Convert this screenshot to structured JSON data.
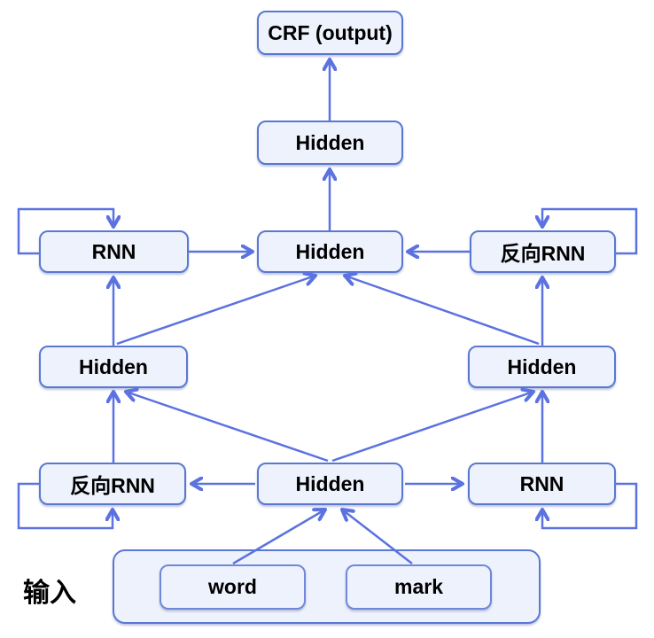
{
  "diagram": {
    "description": "Bidirectional RNN with CRF output architecture diagram",
    "nodes": {
      "crf": {
        "label": "CRF (output)"
      },
      "hidden_top": {
        "label": "Hidden"
      },
      "rnn_forward_top": {
        "label": "RNN"
      },
      "hidden_mid": {
        "label": "Hidden"
      },
      "rnn_backward_top": {
        "label": "反向RNN"
      },
      "hidden_left": {
        "label": "Hidden"
      },
      "hidden_right": {
        "label": "Hidden"
      },
      "rnn_backward_bottom": {
        "label": "反向RNN"
      },
      "hidden_bottom": {
        "label": "Hidden"
      },
      "rnn_forward_bottom": {
        "label": "RNN"
      },
      "word": {
        "label": "word"
      },
      "mark": {
        "label": "mark"
      }
    },
    "input_label": "输入",
    "edges": [
      {
        "from": "hidden_top",
        "to": "crf"
      },
      {
        "from": "hidden_mid",
        "to": "hidden_top"
      },
      {
        "from": "rnn_forward_top",
        "to": "hidden_mid"
      },
      {
        "from": "rnn_backward_top",
        "to": "hidden_mid"
      },
      {
        "from": "rnn_forward_top",
        "to": "rnn_forward_top",
        "type": "self-loop"
      },
      {
        "from": "rnn_backward_top",
        "to": "rnn_backward_top",
        "type": "self-loop"
      },
      {
        "from": "hidden_left",
        "to": "rnn_forward_top"
      },
      {
        "from": "hidden_left",
        "to": "hidden_mid"
      },
      {
        "from": "hidden_right",
        "to": "rnn_backward_top"
      },
      {
        "from": "hidden_right",
        "to": "hidden_mid"
      },
      {
        "from": "rnn_backward_bottom",
        "to": "hidden_left"
      },
      {
        "from": "hidden_bottom",
        "to": "hidden_left"
      },
      {
        "from": "rnn_forward_bottom",
        "to": "hidden_right"
      },
      {
        "from": "hidden_bottom",
        "to": "hidden_right"
      },
      {
        "from": "hidden_bottom",
        "to": "rnn_backward_bottom"
      },
      {
        "from": "hidden_bottom",
        "to": "rnn_forward_bottom"
      },
      {
        "from": "rnn_backward_bottom",
        "to": "rnn_backward_bottom",
        "type": "self-loop"
      },
      {
        "from": "rnn_forward_bottom",
        "to": "rnn_forward_bottom",
        "type": "self-loop"
      },
      {
        "from": "word",
        "to": "hidden_bottom"
      },
      {
        "from": "mark",
        "to": "hidden_bottom"
      }
    ],
    "colors": {
      "node_fill": "#eef2fc",
      "node_border": "#5a78d2",
      "arrow": "#5b72e0",
      "text": "#000000",
      "background": "#ffffff"
    }
  }
}
